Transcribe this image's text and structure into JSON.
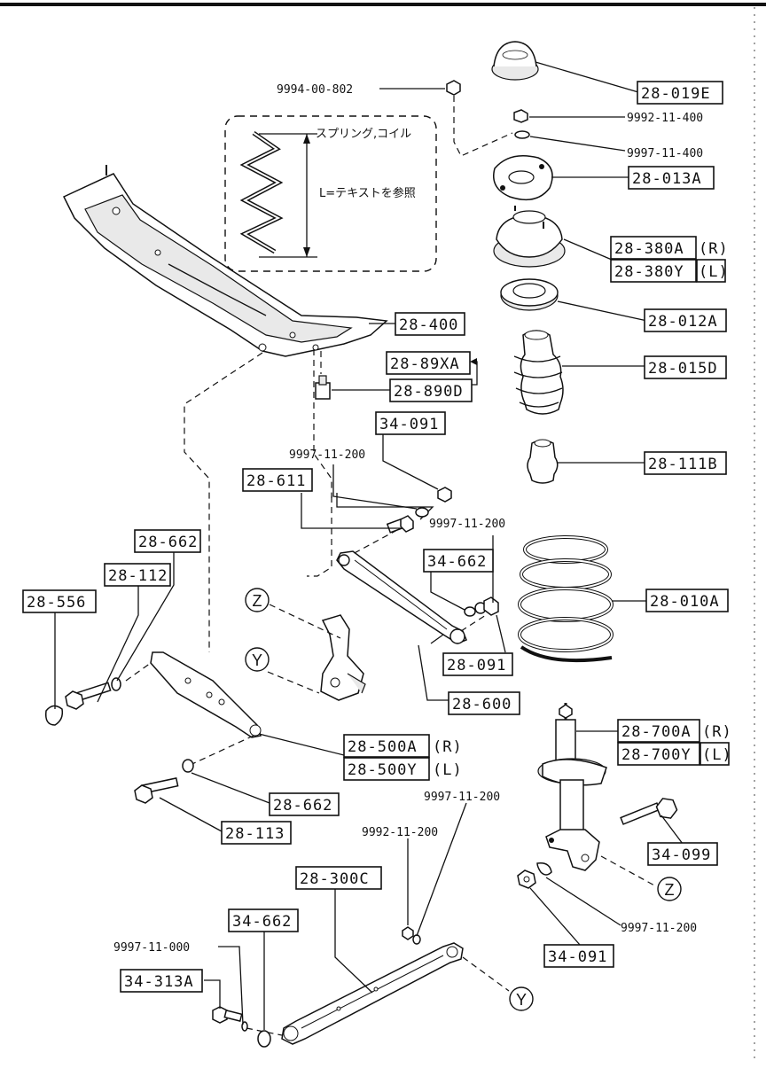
{
  "labels": {
    "p_28_019E": "28-019E",
    "p_9992_11_400": "9992-11-400",
    "p_9997_11_400": "9997-11-400",
    "p_28_013A": "28-013A",
    "p_28_380A": "28-380A",
    "p_R1": "(R)",
    "p_28_380Y": "28-380Y",
    "p_L1": "(L)",
    "p_28_012A": "28-012A",
    "p_28_015D": "28-015D",
    "p_28_111B": "28-111B",
    "p_28_010A": "28-010A",
    "p_28_700A": "28-700A",
    "p_R2": "(R)",
    "p_28_700Y": "28-700Y",
    "p_L2": "(L)",
    "p_34_099": "34-099",
    "p_9997_11_200_d": "9997-11-200",
    "p_34_091_b": "34-091",
    "p_9994_00_802": "9994-00-802",
    "p_28_400": "28-400",
    "p_28_89XA": "28-89XA",
    "p_28_890D": "28-890D",
    "p_34_091_a": "34-091",
    "p_9997_11_200_a": "9997-11-200",
    "p_28_611": "28-611",
    "p_9997_11_200_b": "9997-11-200",
    "p_34_662_a": "34-662",
    "p_28_091": "28-091",
    "p_28_600": "28-600",
    "p_28_662_a": "28-662",
    "p_28_112": "28-112",
    "p_28_556": "28-556",
    "p_28_500A": "28-500A",
    "p_R3": "(R)",
    "p_28_500Y": "28-500Y",
    "p_L3": "(L)",
    "p_28_662_b": "28-662",
    "p_28_113": "28-113",
    "p_9997_11_200_c": "9997-11-200",
    "p_9992_11_200": "9992-11-200",
    "p_28_300C": "28-300C",
    "p_34_662_b": "34-662",
    "p_9997_11_000": "9997-11-000",
    "p_34_313A": "34-313A"
  },
  "spring_note": {
    "title": "スプリング,コイル",
    "length_note": "L=テキストを参照"
  },
  "callouts": {
    "z_top": "Z",
    "y_top": "Y",
    "z_bottom": "Z",
    "y_bottom": "Y"
  }
}
